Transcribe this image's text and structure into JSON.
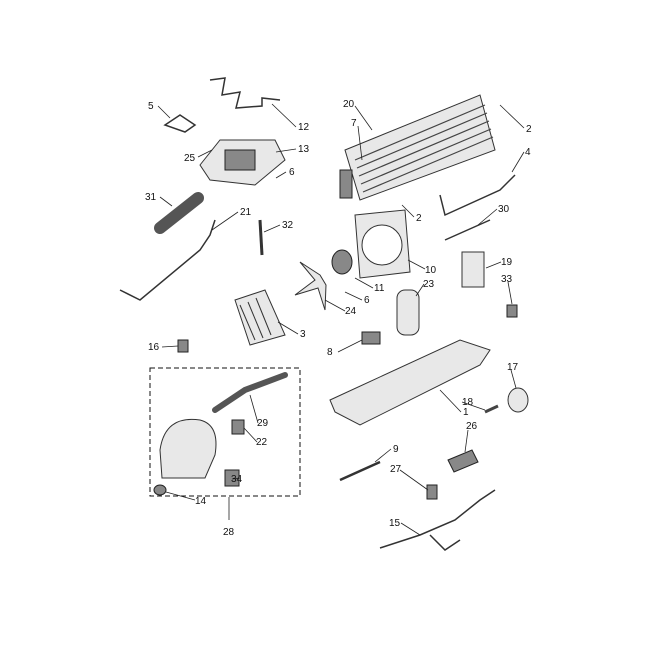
{
  "diagram": {
    "type": "exploded parts diagram",
    "callouts": [
      "5",
      "12",
      "25",
      "13",
      "6",
      "31",
      "21",
      "32",
      "20",
      "7",
      "2",
      "4",
      "2",
      "30",
      "10",
      "11",
      "6",
      "23",
      "19",
      "33",
      "24",
      "3",
      "8",
      "16",
      "17",
      "29",
      "18",
      "1",
      "22",
      "26",
      "9",
      "34",
      "27",
      "14",
      "15",
      "28"
    ]
  }
}
